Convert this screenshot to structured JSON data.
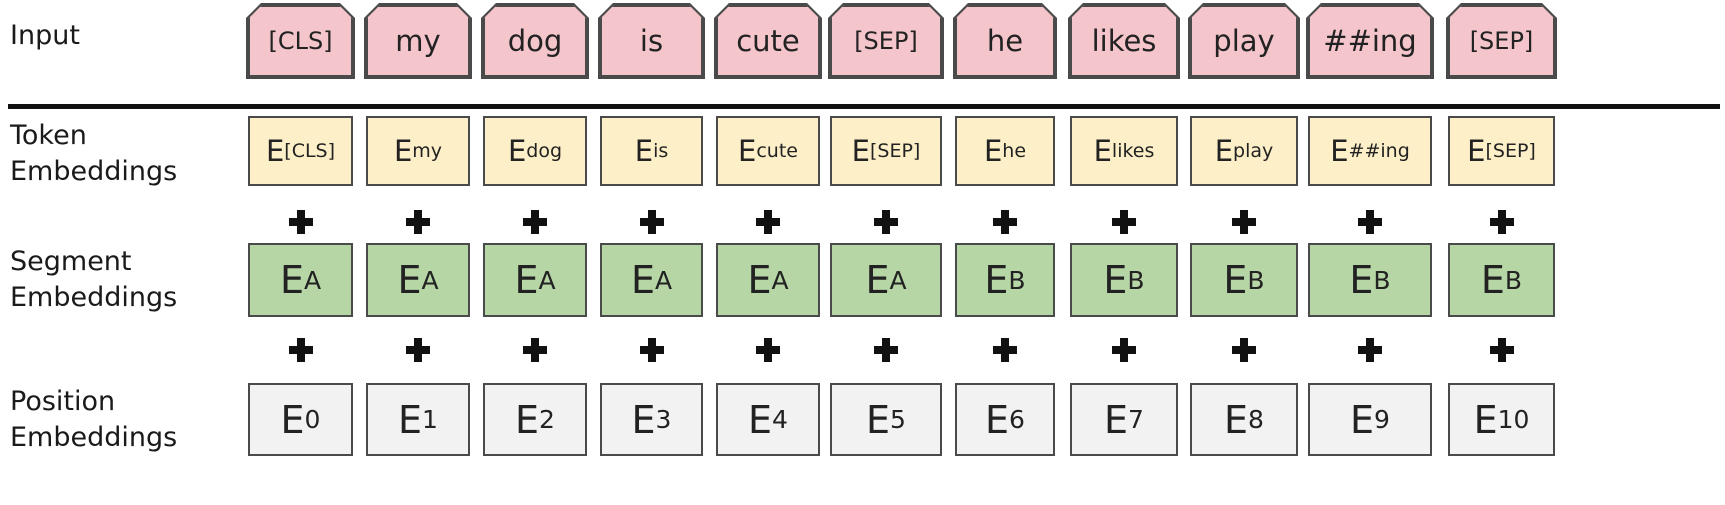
{
  "labels": {
    "input": "Input",
    "token_line1": "Token",
    "token_line2": "Embeddings",
    "segment_line1": "Segment",
    "segment_line2": "Embeddings",
    "position_line1": "Position",
    "position_line2": "Embeddings"
  },
  "tokens": [
    "[CLS]",
    "my",
    "dog",
    "is",
    "cute",
    "[SEP]",
    "he",
    "likes",
    "play",
    "##ing",
    "[SEP]"
  ],
  "token_embeddings": [
    {
      "main": "E",
      "sub": "[CLS]"
    },
    {
      "main": "E",
      "sub": "my"
    },
    {
      "main": "E",
      "sub": "dog"
    },
    {
      "main": "E",
      "sub": "is"
    },
    {
      "main": "E",
      "sub": "cute"
    },
    {
      "main": "E",
      "sub": "[SEP]"
    },
    {
      "main": "E",
      "sub": "he"
    },
    {
      "main": "E",
      "sub": "likes"
    },
    {
      "main": "E",
      "sub": "play"
    },
    {
      "main": "E",
      "sub": "##ing"
    },
    {
      "main": "E",
      "sub": "[SEP]"
    }
  ],
  "segment_embeddings": [
    {
      "main": "E",
      "sub": "A"
    },
    {
      "main": "E",
      "sub": "A"
    },
    {
      "main": "E",
      "sub": "A"
    },
    {
      "main": "E",
      "sub": "A"
    },
    {
      "main": "E",
      "sub": "A"
    },
    {
      "main": "E",
      "sub": "A"
    },
    {
      "main": "E",
      "sub": "B"
    },
    {
      "main": "E",
      "sub": "B"
    },
    {
      "main": "E",
      "sub": "B"
    },
    {
      "main": "E",
      "sub": "B"
    },
    {
      "main": "E",
      "sub": "B"
    }
  ],
  "position_embeddings": [
    {
      "main": "E",
      "sub": "0"
    },
    {
      "main": "E",
      "sub": "1"
    },
    {
      "main": "E",
      "sub": "2"
    },
    {
      "main": "E",
      "sub": "3"
    },
    {
      "main": "E",
      "sub": "4"
    },
    {
      "main": "E",
      "sub": "5"
    },
    {
      "main": "E",
      "sub": "6"
    },
    {
      "main": "E",
      "sub": "7"
    },
    {
      "main": "E",
      "sub": "8"
    },
    {
      "main": "E",
      "sub": "9"
    },
    {
      "main": "E",
      "sub": "10"
    }
  ],
  "icons": {
    "operator": "plus-icon"
  },
  "colors": {
    "input_fill": "#f4c5cb",
    "token_fill": "#fdf0c8",
    "segment_fill": "#b6d6a6",
    "position_fill": "#f2f2f2",
    "border": "#4a4a4a"
  }
}
